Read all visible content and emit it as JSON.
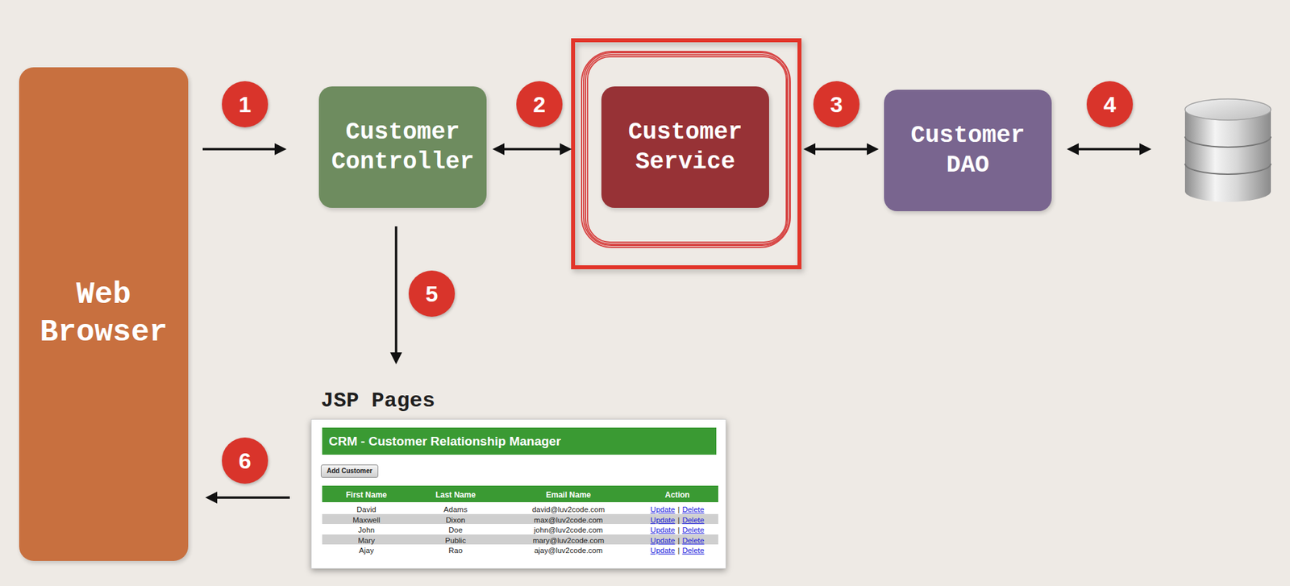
{
  "diagram": {
    "nodes": [
      {
        "text": [
          "Web Browser"
        ]
      },
      {
        "text": [
          "Customer Controller"
        ]
      },
      {
        "text": [
          "Customer Service"
        ]
      },
      {
        "text": [
          "Customer DAO"
        ]
      },
      {
        "text": [
          "JSP Pages",
          "CRM - Customer Relationship Manager"
        ]
      },
      {
        "text": [
          "Add Customer"
        ],
        "in": 4
      }
    ],
    "edges": [
      {
        "from": 0,
        "to": 1,
        "arrow": "to"
      },
      {
        "from": 1,
        "to": 2,
        "arrow": "both"
      },
      {
        "from": 2,
        "to": 3,
        "arrow": "both"
      },
      {
        "from": 1,
        "to": 4,
        "arrow": "to"
      },
      {
        "from": 4,
        "to": 0,
        "arrow": "to"
      }
    ],
    "labels": [
      "1",
      "2",
      "3",
      "4",
      "5",
      "6",
      "First Name",
      "Last Name",
      "Email Name",
      "Action",
      "David",
      "Adams",
      "david@luv2code.com",
      "Update",
      "|",
      "Delete",
      "Maxwell",
      "Dixon",
      "max@luv2code.com",
      "Update",
      "|",
      "Delete",
      "John",
      "Doe",
      "john@luv2code.com",
      "Update",
      "|",
      "Delete",
      "Mary",
      "Public",
      "mary@luv2code.com",
      "Update",
      "|",
      "Delete",
      "Ajay",
      "Rao",
      "ajay@luv2code.com",
      "Update",
      "|",
      "Delete"
    ]
  }
}
